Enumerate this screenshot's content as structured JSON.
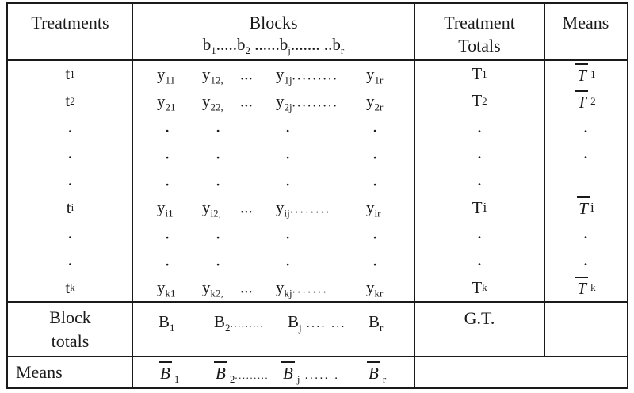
{
  "colors": {
    "ink": "#1a1a1a",
    "background": "#ffffff"
  },
  "glyphs": {
    "dot": "."
  },
  "header": {
    "treatments": "Treatments",
    "blocks": "Blocks",
    "blocks_sub": [
      {
        "b": "b",
        "s": "1",
        "d": "....."
      },
      {
        "b": "b",
        "s": "2",
        "d": " ......"
      },
      {
        "b": "b",
        "s": "j",
        "d": "....... .."
      },
      {
        "b": "b",
        "s": "r",
        "d": ""
      }
    ],
    "totals_line1": "Treatment",
    "totals_line2": "Totals",
    "means": "Means"
  },
  "body": {
    "rows": [
      {
        "t": {
          "b": "t",
          "s": "1"
        },
        "y0": {
          "b": "y",
          "s": "11"
        },
        "y1": {
          "b": "y",
          "s": "12,"
        },
        "mid": "...",
        "y2": {
          "b": "y",
          "s": "1j",
          "d": "........."
        },
        "y3": {
          "b": "y",
          "s": "1r"
        },
        "T": {
          "b": "T",
          "s": "1"
        },
        "M": {
          "b": "T",
          "s": "1"
        }
      },
      {
        "t": {
          "b": "t",
          "s": "2"
        },
        "y0": {
          "b": "y",
          "s": "21"
        },
        "y1": {
          "b": "y",
          "s": "22,"
        },
        "mid": "...",
        "y2": {
          "b": "y",
          "s": "2j",
          "d": "........."
        },
        "y3": {
          "b": "y",
          "s": "2r"
        },
        "T": {
          "b": "T",
          "s": "2"
        },
        "M": {
          "b": "T",
          "s": "2"
        }
      },
      {
        "t": {
          "b": "t",
          "s": "i"
        },
        "y0": {
          "b": "y",
          "s": "i1"
        },
        "y1": {
          "b": "y",
          "s": "i2,"
        },
        "mid": "...",
        "y2": {
          "b": "y",
          "s": "ij",
          "d": "........"
        },
        "y3": {
          "b": "y",
          "s": "ir"
        },
        "T": {
          "b": "T",
          "n": "i"
        },
        "M": {
          "b": "T",
          "n": "i"
        }
      },
      {
        "t": {
          "b": "t",
          "s": "k"
        },
        "y0": {
          "b": "y",
          "s": "k1"
        },
        "y1": {
          "b": "y",
          "s": "k2,"
        },
        "mid": "...",
        "y2": {
          "b": "y",
          "s": "kj",
          "d": "......."
        },
        "y3": {
          "b": "y",
          "s": "kr"
        },
        "T": {
          "b": "T",
          "s": "k"
        },
        "M": {
          "b": "T",
          "s": "k"
        }
      }
    ]
  },
  "footer_totals": {
    "label_line1": "Block",
    "label_line2": "totals",
    "b0": {
      "b": "B",
      "s": "1"
    },
    "b1": {
      "b": "B",
      "s": "2",
      "d": "........."
    },
    "b2": {
      "b": "B",
      "s": "j",
      "d": " .... ..."
    },
    "b3": {
      "b": "B",
      "s": "r"
    },
    "grand_total": "G.T."
  },
  "footer_means": {
    "label": "Means",
    "b0": {
      "b": "B",
      "s": "1"
    },
    "b1": {
      "b": "B",
      "s": "2",
      "d": "........."
    },
    "b2": {
      "b": "B",
      "s": "j",
      "d": " ..... ."
    },
    "b3": {
      "b": "B",
      "s": "r"
    }
  }
}
